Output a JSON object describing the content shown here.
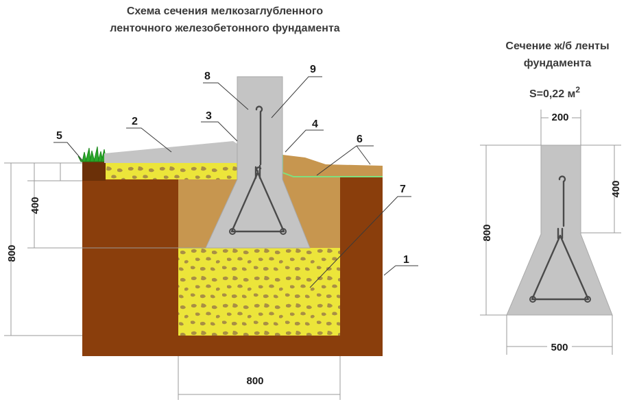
{
  "title_line1": "Схема сечения мелкозаглубленного",
  "title_line2": "ленточного железобетонного фундамента",
  "section_title_line1": "Сечение ж/б ленты",
  "section_title_line2": "фундамента",
  "area_label": "S=0,22 м",
  "area_sup": "2",
  "callouts": [
    "1",
    "2",
    "3",
    "4",
    "5",
    "6",
    "7",
    "8",
    "9"
  ],
  "dims": {
    "left_800": "800",
    "left_400": "400",
    "bottom_800": "800",
    "top_200": "200",
    "right_400": "400",
    "section_800": "800",
    "bottom_500": "500"
  },
  "colors": {
    "soil": "#8a3e0c",
    "backfill": "#c7964f",
    "concrete": "#c4c4c4",
    "sand": "#ece53a",
    "gravel": "#aa9244",
    "grass": "#2aa82a",
    "waterproofing": "#7fe07f"
  }
}
